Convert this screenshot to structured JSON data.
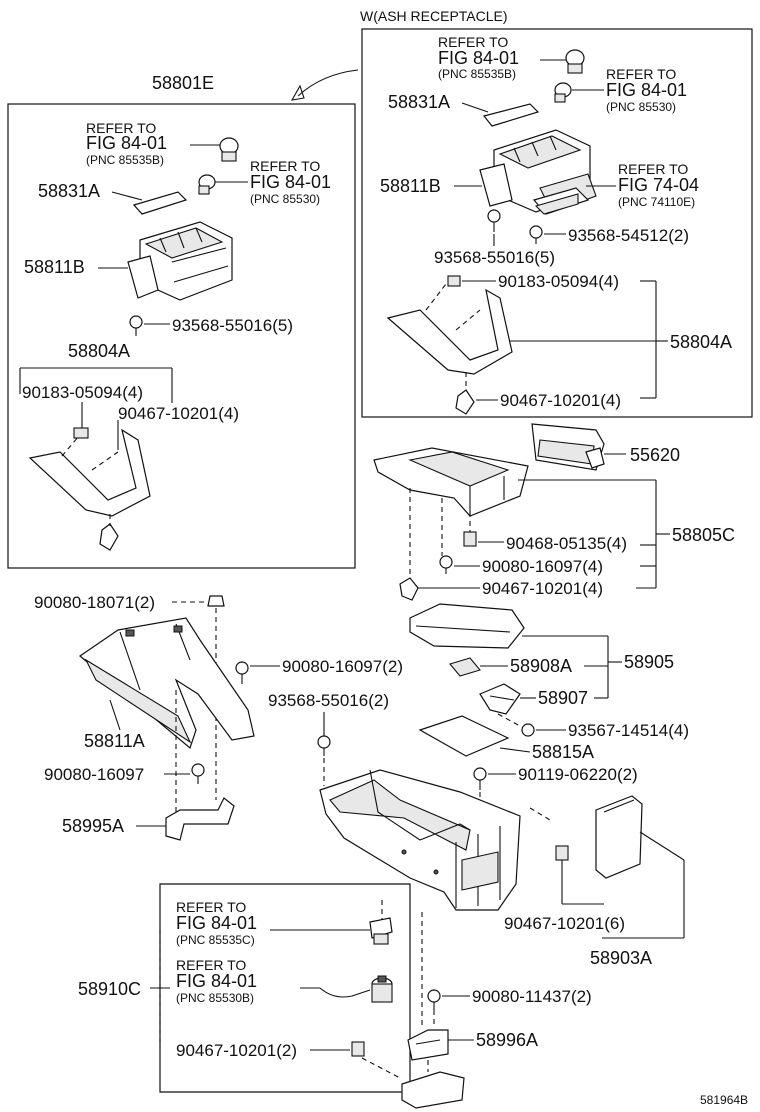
{
  "header": {
    "variant_label": "W(ASH RECEPTACLE)"
  },
  "left_box": {
    "assembly": "58801E",
    "ref_a": {
      "line1": "REFER TO",
      "line2": "FIG  84-01",
      "line3": "(PNC 85535B)"
    },
    "ref_b": {
      "line1": "REFER TO",
      "line2": "FIG  84-01",
      "line3": "(PNC 85530)"
    },
    "p1": "58831A",
    "p2": "58811B",
    "p3": "93568-55016(5)",
    "p4": "58804A",
    "p5": "90183-05094(4)",
    "p6": "90467-10201(4)"
  },
  "right_box": {
    "ref_a": {
      "line1": "REFER TO",
      "line2": "FIG  84-01",
      "line3": "(PNC 85535B)"
    },
    "ref_b": {
      "line1": "REFER TO",
      "line2": "FIG  84-01",
      "line3": "(PNC 85530)"
    },
    "ref_c": {
      "line1": "REFER TO",
      "line2": "FIG  74-04",
      "line3": "(PNC 74110E)"
    },
    "p1": "58831A",
    "p2": "58811B",
    "p3": "93568-55016(5)",
    "p4": "93568-54512(2)",
    "p5": "90183-05094(4)",
    "p6": "58804A",
    "p7": "90467-10201(4)"
  },
  "mid_right": {
    "p1": "55620",
    "p2": "90468-05135(4)",
    "p3": "90080-16097(4)",
    "p4": "90467-10201(4)",
    "p5": "58805C"
  },
  "left_lower": {
    "p1": "90080-18071(2)",
    "p2": "90080-16097(2)",
    "p3": "58811A",
    "p4": "90080-16097",
    "p5": "58995A"
  },
  "center": {
    "p1": "58908A",
    "p2": "58905",
    "p3": "58907",
    "p4": "93568-55016(2)",
    "p5": "93567-14514(4)",
    "p6": "58815A",
    "p7": "90119-06220(2)",
    "p8": "90467-10201(6)",
    "p9": "58903A"
  },
  "bottom_box": {
    "ref_a": {
      "line1": "REFER TO",
      "line2": "FIG  84-01",
      "line3": "(PNC 85535C)"
    },
    "ref_b": {
      "line1": "REFER TO",
      "line2": "FIG  84-01",
      "line3": "(PNC 85530B)"
    },
    "assembly": "58910C",
    "p1": "90080-11437(2)",
    "p2": "90467-10201(2)",
    "p3": "58996A"
  },
  "footer": {
    "figure_id": "581964B"
  }
}
